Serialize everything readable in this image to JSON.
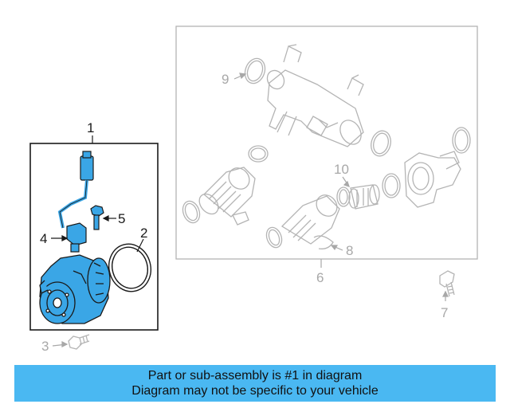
{
  "callouts": {
    "c1": "1",
    "c2": "2",
    "c3": "3",
    "c4": "4",
    "c5": "5",
    "c6": "6",
    "c7": "7",
    "c8": "8",
    "c9": "9",
    "c10": "10"
  },
  "banner": {
    "line1": "Part or sub-assembly is #1 in diagram",
    "line2": "Diagram may not be specific to your vehicle"
  },
  "colors": {
    "highlight_fill": "#3aa6e6",
    "banner_bg": "#4ab8f2",
    "ghost_stroke": "#b4b4b4",
    "line_dark": "#1a1a1a"
  }
}
